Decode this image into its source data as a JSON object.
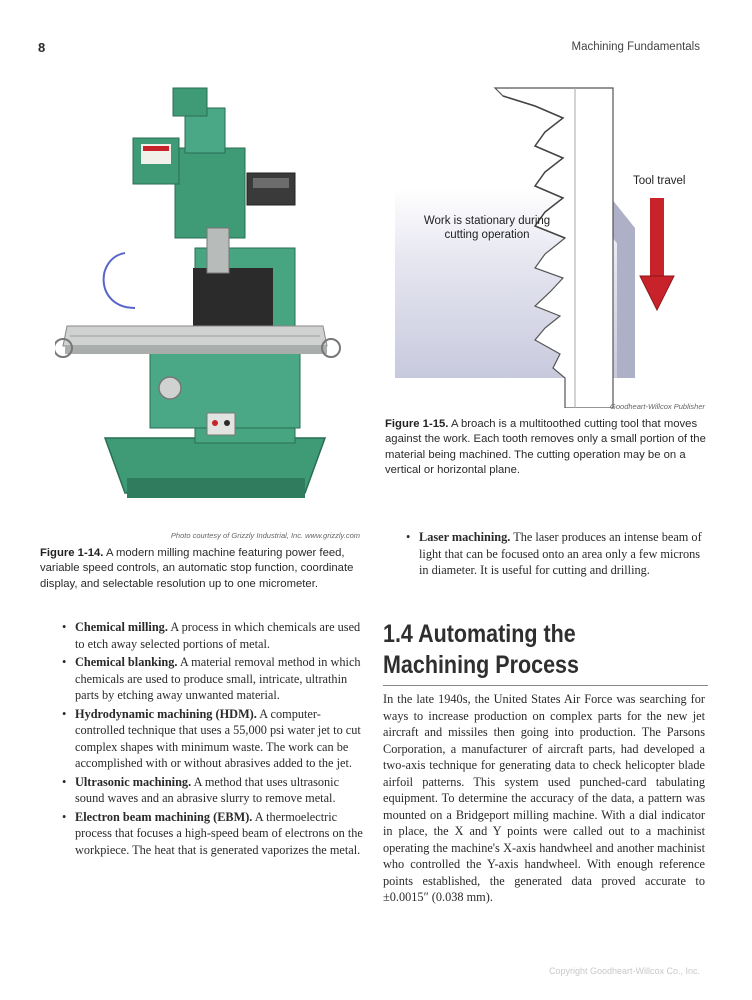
{
  "header": {
    "page_number": "8",
    "running_title": "Machining Fundamentals"
  },
  "figure_1_14": {
    "credit": "Photo courtesy of Grizzly Industrial, Inc. www.grizzly.com",
    "caption_label": "Figure 1-14.",
    "caption_text": "A modern milling machine featuring power feed, variable speed controls, an automatic stop function, coordinate display, and selectable resolution up to one micrometer."
  },
  "figure_1_15": {
    "label_work": "Work is stationary during cutting operation",
    "label_tool": "Tool travel",
    "credit": "Goodheart-Willcox Publisher",
    "caption_label": "Figure 1-15.",
    "caption_text": "A broach is a multitoothed cutting tool that moves against the work. Each tooth removes only a small portion of the material being machined. The cutting operation may be on a vertical or horizontal plane."
  },
  "left_bullets": [
    {
      "term": "Chemical milling.",
      "text": "A process in which chemicals are used to etch away selected portions of metal."
    },
    {
      "term": "Chemical blanking.",
      "text": "A material removal method in which chemicals are used to produce small, intricate, ultrathin parts by etching away unwanted material."
    },
    {
      "term": "Hydrodynamic machining (HDM).",
      "text": "A computer-controlled technique that uses a 55,000 psi water jet to cut complex shapes with minimum waste. The work can be accomplished with or without abrasives added to the jet."
    },
    {
      "term": "Ultrasonic machining.",
      "text": "A method that uses ultrasonic sound waves and an abrasive slurry to remove metal."
    },
    {
      "term": "Electron beam machining (EBM).",
      "text": "A thermoelectric process that focuses a high-speed beam of electrons on the workpiece. The heat that is generated vaporizes the metal."
    }
  ],
  "right_bullets": [
    {
      "term": "Laser machining.",
      "text": "The laser produces an intense beam of light that can be focused onto an area only a few microns in diameter. It is useful for cutting and drilling."
    }
  ],
  "section": {
    "heading": "1.4 Automating the Machining Process",
    "body": "In the late 1940s, the United States Air Force was searching for ways to increase production on complex parts for the new jet aircraft and missiles then going into production. The Parsons Corporation, a manufacturer of aircraft parts, had developed a two-axis technique for generating data to check helicopter blade airfoil patterns. This system used punched-card tabulating equipment. To determine the accuracy of the data, a pattern was mounted on a Bridgeport milling machine. With a dial indicator in place, the X and Y points were called out to a machinist operating the machine's X-axis handwheel and another machinist who controlled the Y-axis handwheel. With enough reference points established, the generated data proved accurate to ±0.0015″ (0.038 mm)."
  },
  "footer": {
    "copyright": "Copyright Goodheart-Willcox Co., Inc."
  },
  "colors": {
    "machine_green": "#3f9a76",
    "machine_dark": "#2a6e54",
    "arrow_red": "#c8232b",
    "arrow_dark": "#8e1519",
    "broach_shade": "#c8c9dd"
  }
}
